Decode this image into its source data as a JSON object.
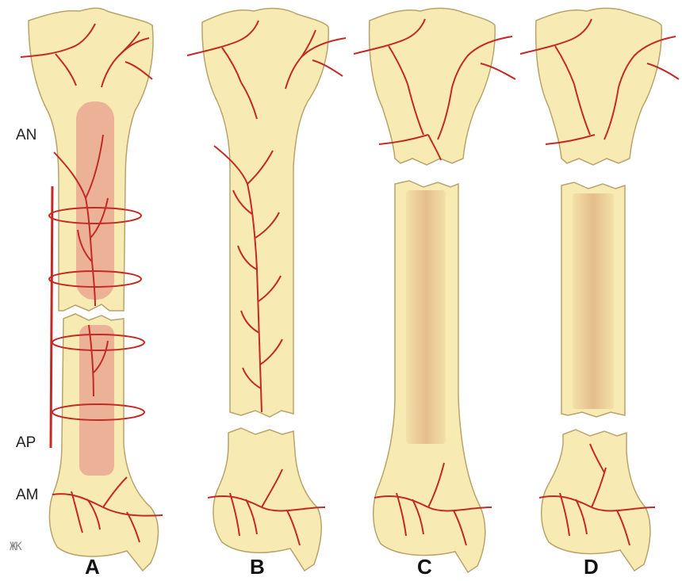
{
  "labels": {
    "an": "AN",
    "ap": "AP",
    "am": "AM",
    "panels": [
      "A",
      "B",
      "C",
      "D"
    ],
    "mark": "ЖК"
  },
  "colors": {
    "bone_fill": "#f7eab2",
    "bone_stroke": "#b8a36a",
    "marrow": "#e9a892",
    "canal": "#e7c089",
    "artery": "#c42a25"
  }
}
